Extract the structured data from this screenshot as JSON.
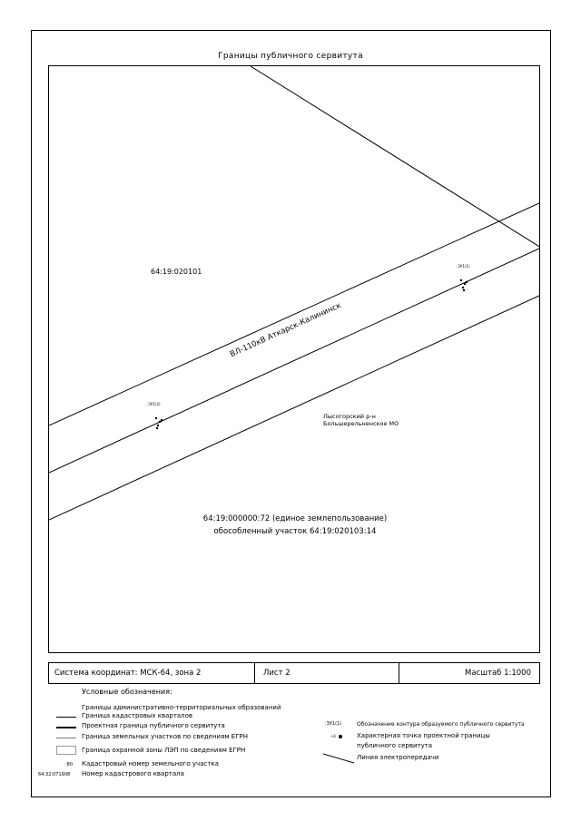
{
  "title": "Границы публичного сервитута",
  "map": {
    "quarter_label_top": "64:19:020101",
    "power_line_label": "ВЛ-110кВ Аткарск-Калининск",
    "point_label_upper": ":ЗУ1(1)",
    "point_label_lower": ":ЗУ1(2)",
    "district_line1": "Лысогорский р-н",
    "district_line2": "Большерельненское МО",
    "parcel_line1": "64:19:000000:72 (единое землепользование)",
    "parcel_line2": "обособленный участок 64:19:020103:14"
  },
  "info_bar": {
    "coordinates": "Система координат: МСК-64, зона 2",
    "sheet": "Лист 2",
    "scale": "Масштаб 1:1000"
  },
  "legend": {
    "title": "Условные обозначения:",
    "admin_border": "Границы административно-территориальных образований",
    "quarter_border": "Граница кадастровых кварталов",
    "project_border": "Проектная граница публичного сервитута",
    "egrn_border": "Граница земельных участков по сведениям ЕГРН",
    "zone_border": "Граница охранной зоны ЛЭП по сведениям ЕГРН",
    "parcel_number_sample": ":80",
    "parcel_number_text": "Кадастровый номер земельного участка",
    "quarter_number_sample": "64:32:071908",
    "quarter_number_text": "Номер кадастрового квартала",
    "contour_sample": ":ЗУ1(1)",
    "contour_text": "Обозначение контура образуемого публичного сервитута",
    "point_sample": "н1",
    "point_text_line1": "Характерная точка проектной границы",
    "point_text_line2": "публичного сервитута",
    "power_line_text": "Линия электропередачи"
  }
}
